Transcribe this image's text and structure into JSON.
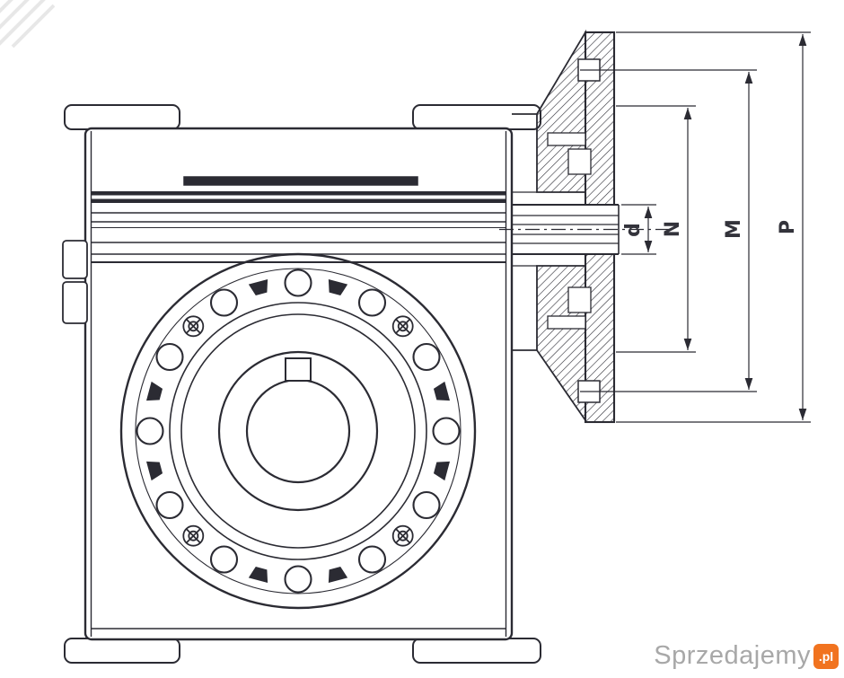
{
  "drawing": {
    "dimension_labels": {
      "d": "d",
      "n": "N",
      "m": "M",
      "p": "P"
    }
  },
  "watermark": {
    "brand": "Sprzedajemy",
    "tld": ".pl"
  },
  "colors": {
    "line": "#2b2b33",
    "label_text": "#33333b",
    "watermark_text": "#a8a8a8",
    "watermark_badge": "#f1731f",
    "badge_text": "#ffffff"
  }
}
